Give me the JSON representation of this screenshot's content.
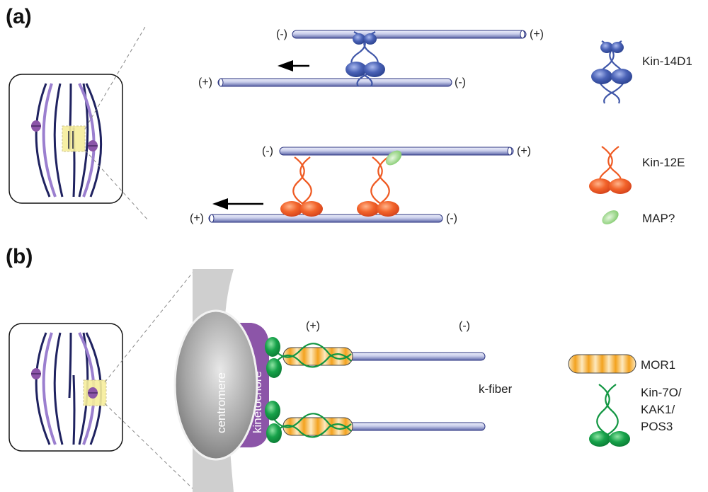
{
  "panel_a": {
    "label": "(a)",
    "mt_top1": {
      "left_end": "(-)",
      "right_end": "(+)"
    },
    "mt_top2": {
      "left_end": "(+)",
      "right_end": "(-)"
    },
    "mt_bot1": {
      "left_end": "(-)",
      "right_end": "(+)"
    },
    "mt_bot2": {
      "left_end": "(+)",
      "right_end": "(-)"
    },
    "legend": [
      {
        "label": "Kin-14D1",
        "color": "#3f56a8"
      },
      {
        "label": "Kin-12E",
        "color": "#ef5a22"
      },
      {
        "label": "MAP?",
        "color": "#8fd17a"
      }
    ]
  },
  "panel_b": {
    "label": "(b)",
    "centromere": "centromere",
    "kinetochore": "kinetochore",
    "plus_end": "(+)",
    "minus_end": "(-)",
    "kfiber": "k-fiber",
    "legend": [
      {
        "label": "MOR1",
        "color": "#f3a21e"
      },
      {
        "label_lines": [
          "Kin-7O/",
          "KAK1/",
          "POS3"
        ],
        "color": "#129642"
      }
    ]
  },
  "colors": {
    "microtubule": "#c9d0ec",
    "microtubule_outline": "#2c3580",
    "spindle_dark": "#1f2260",
    "spindle_light": "#9b7fcf",
    "kinetochore": "#8c55a8",
    "highlight": "#f7ee9c"
  }
}
